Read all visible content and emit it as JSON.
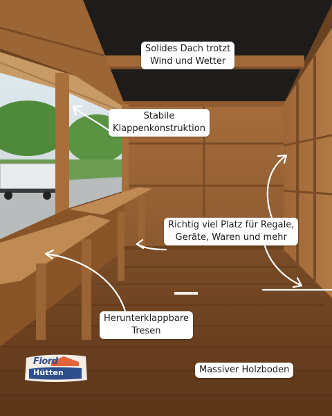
{
  "annotations": {
    "roof": "Solides Dach trotzt\nWind und Wetter",
    "flap": "Stabile\nKlappenkonstruktion",
    "space": "Richtig viel Platz für Regale,\nGeräte, Waren und mehr",
    "counter": "Herunterklappbare\nTresen",
    "floor": "Massiver Holzboden"
  },
  "logo": {
    "top_text": "Fiord",
    "bottom_text": "Hütten"
  },
  "colors": {
    "wood_light": "#b07a47",
    "wood_dark": "#6b4321",
    "roof": "#1e1c1b",
    "label_bg": "#ffffff",
    "logo_blue": "#2e4f8a",
    "logo_orange": "#e3643a"
  }
}
